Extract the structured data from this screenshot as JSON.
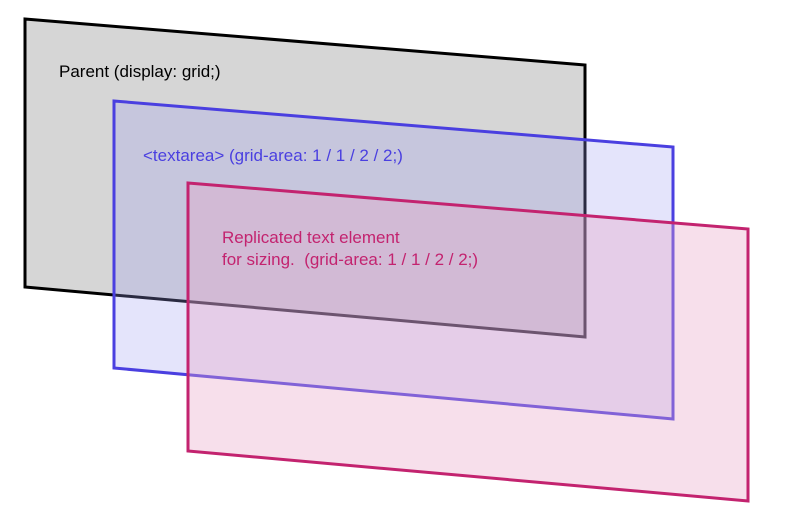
{
  "colors": {
    "background": "#ffffff",
    "parent_fill": "#d6d6d6",
    "parent_stroke": "#000000",
    "textarea_fill": "#c9c9f3",
    "textarea_stroke": "#4a3fe0",
    "replicated_fill": "#e7b7d0",
    "replicated_stroke": "#c3236f"
  },
  "layers": [
    {
      "id": "parent",
      "lines": [
        "Parent (display: grid;)"
      ]
    },
    {
      "id": "textarea",
      "lines": [
        "<textarea> (grid-area: 1 / 1 / 2 / 2;)"
      ]
    },
    {
      "id": "replicated",
      "lines": [
        "Replicated text element",
        "for sizing.  (grid-area: 1 / 1 / 2 / 2;)"
      ]
    }
  ]
}
